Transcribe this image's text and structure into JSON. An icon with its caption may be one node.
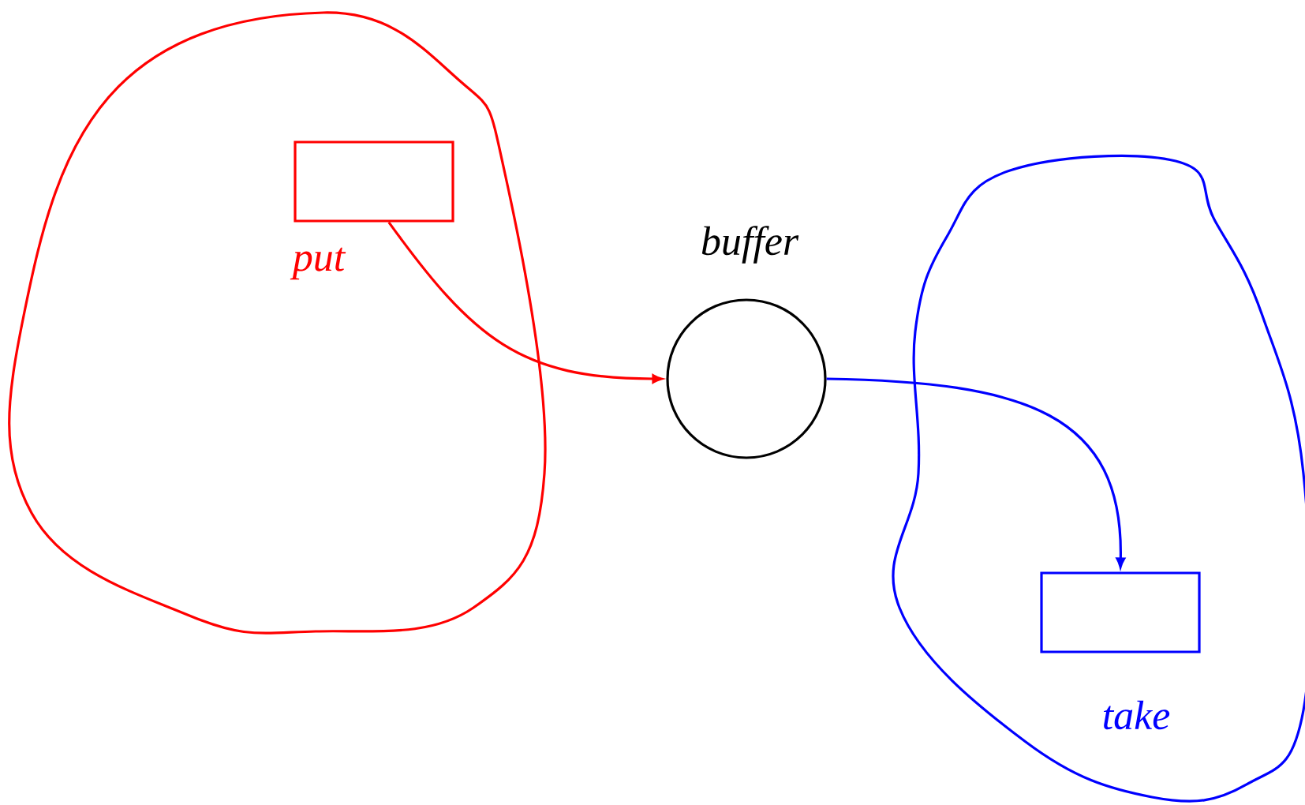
{
  "diagram": {
    "nodes": [
      {
        "text": [],
        "shape": "cloud"
      },
      {
        "text": [
          "put"
        ],
        "in": 0
      },
      {
        "text": [
          "buffer"
        ]
      },
      {
        "text": [],
        "shape": "cloud"
      },
      {
        "text": [
          "take"
        ],
        "in": 3
      }
    ],
    "edges": [
      {
        "from": 1,
        "to": 2,
        "arrow": "to",
        "color": "#ff0000"
      },
      {
        "from": 2,
        "to": 4,
        "arrow": "to",
        "color": "#0000ff"
      }
    ]
  }
}
